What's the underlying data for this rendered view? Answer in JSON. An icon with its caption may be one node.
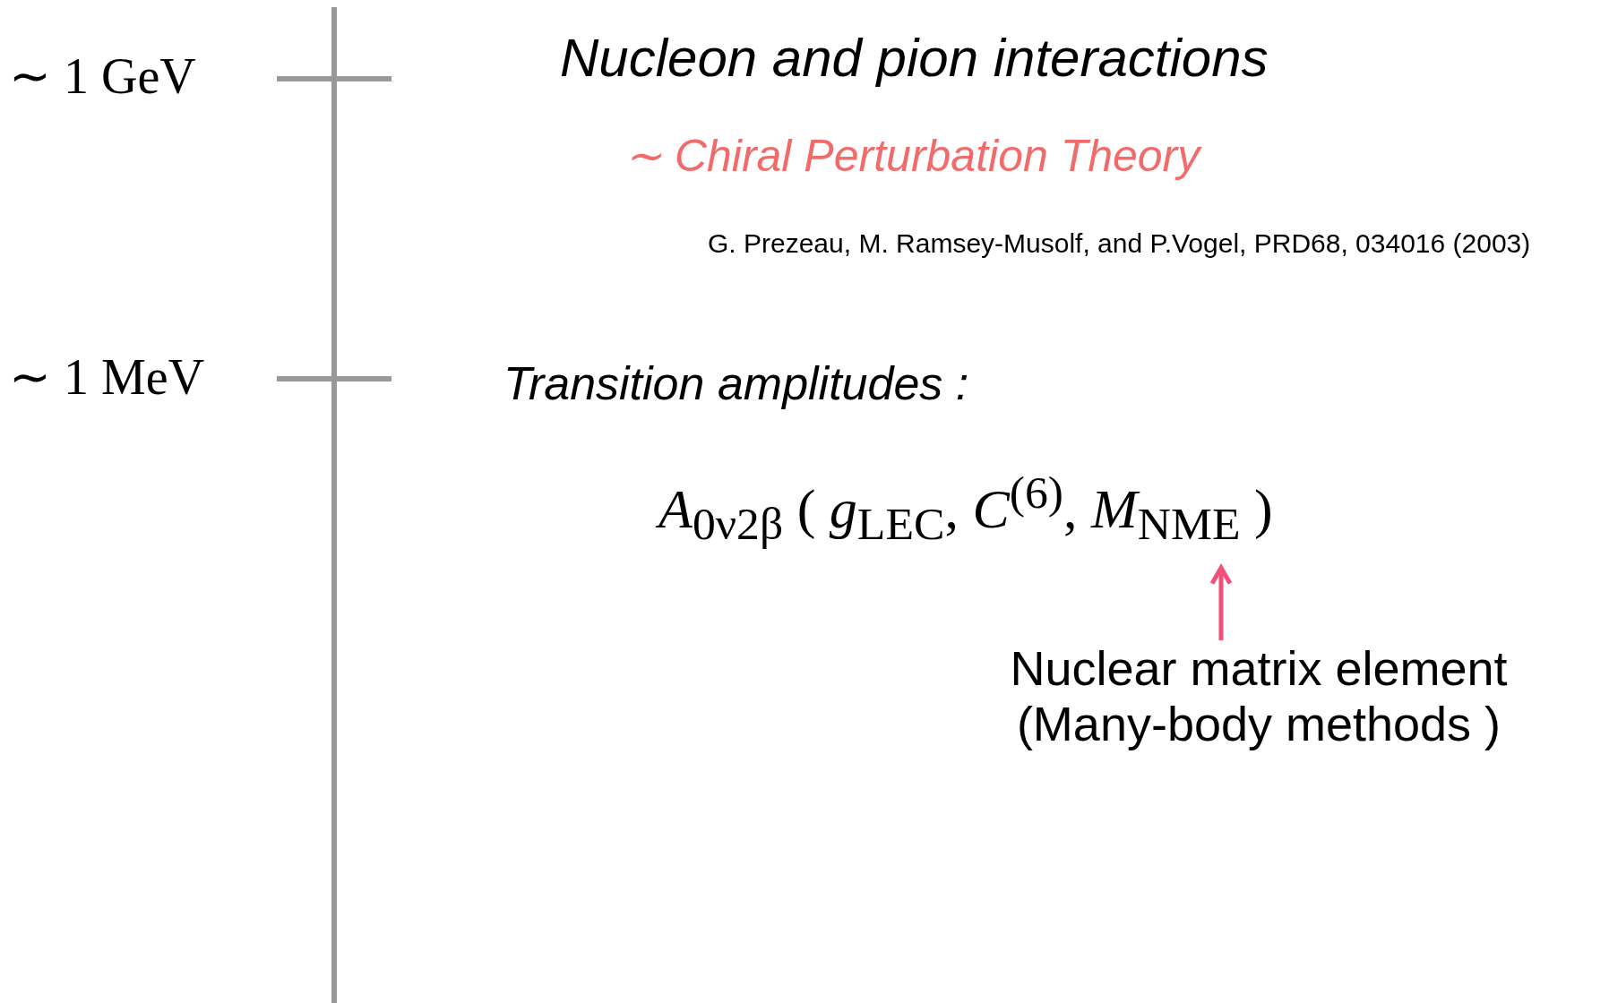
{
  "diagram": {
    "nodes": [
      {
        "text": [
          "*A*$_{0ν2β}$ ( *g*$_{LEC}$, *C*$^{(6)}$, *M*$_{NME}$ )"
        ]
      },
      {
        "text": [
          "Nuclear matrix element (Many-body methods )"
        ]
      }
    ],
    "edges": [
      {
        "from": 1,
        "to": 0,
        "arrow": "to",
        "color": "#f0507a"
      }
    ],
    "labels": [
      "∼ 1 GeV",
      "Nucleon and pion interactions",
      "∼ Chiral Perturbation Theory",
      "G. Prezeau, M. Ramsey-Musolf, and P.Vogel, PRD68, 034016 (2003)",
      "∼ 1 MeV",
      "Transition amplitudes :"
    ]
  }
}
